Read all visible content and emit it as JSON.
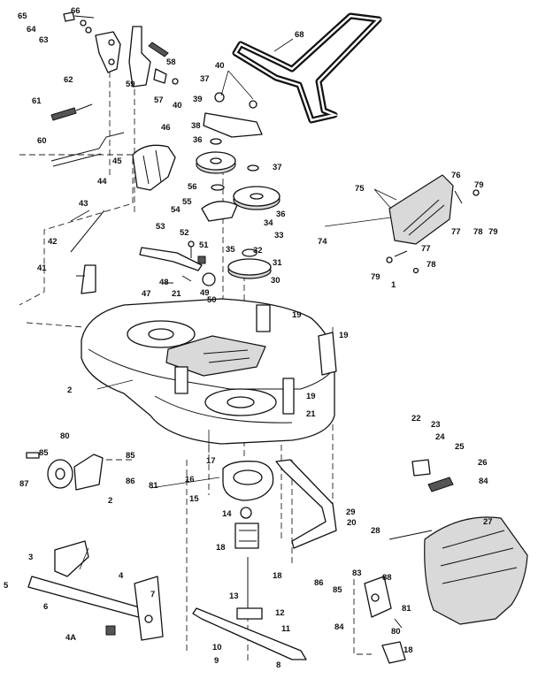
{
  "callouts": [
    "65",
    "66",
    "64",
    "63",
    "62",
    "58",
    "59",
    "57",
    "40",
    "61",
    "60",
    "68",
    "40",
    "37",
    "39",
    "38",
    "36",
    "46",
    "45",
    "44",
    "37",
    "56",
    "55",
    "54",
    "36",
    "34",
    "33",
    "43",
    "42",
    "41",
    "53",
    "52",
    "51",
    "35",
    "32",
    "31",
    "30",
    "48",
    "21",
    "47",
    "49",
    "50",
    "19",
    "19",
    "75",
    "76",
    "79",
    "74",
    "77",
    "78",
    "79",
    "77",
    "78",
    "79",
    "1",
    "2",
    "19",
    "21",
    "22",
    "23",
    "24",
    "25",
    "26",
    "84",
    "80",
    "85",
    "85",
    "86",
    "81",
    "87",
    "2",
    "17",
    "16",
    "15",
    "14",
    "18",
    "13",
    "12",
    "11",
    "10",
    "9",
    "8",
    "20",
    "18",
    "3",
    "5",
    "6",
    "4",
    "7",
    "4A",
    "29",
    "28",
    "27",
    "86",
    "85",
    "83",
    "88",
    "84",
    "81",
    "80",
    "18"
  ]
}
